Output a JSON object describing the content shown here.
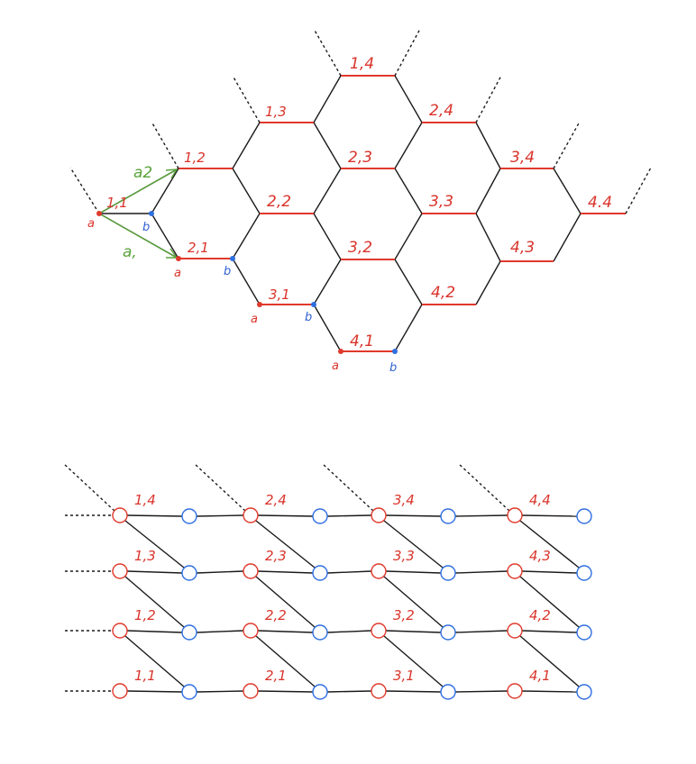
{
  "honeycomb": {
    "cells": [
      {
        "id": "1,1",
        "label": "1,1"
      },
      {
        "id": "1,2",
        "label": "1,2"
      },
      {
        "id": "1,3",
        "label": "1,3"
      },
      {
        "id": "1,4",
        "label": "1,4"
      },
      {
        "id": "2,1",
        "label": "2,1"
      },
      {
        "id": "2,2",
        "label": "2,2"
      },
      {
        "id": "2,3",
        "label": "2,3"
      },
      {
        "id": "2,4",
        "label": "2,4"
      },
      {
        "id": "3,1",
        "label": "3,1"
      },
      {
        "id": "3,2",
        "label": "3,2"
      },
      {
        "id": "3,3",
        "label": "3,3"
      },
      {
        "id": "3,4",
        "label": "3,4"
      },
      {
        "id": "4,1",
        "label": "4,1"
      },
      {
        "id": "4,2",
        "label": "4,2"
      },
      {
        "id": "4,3",
        "label": "4,3"
      },
      {
        "id": "4,4",
        "label": "4.4"
      }
    ],
    "site_a": "a",
    "site_b": "b",
    "vector_a1": "a,",
    "vector_a2": "a2"
  },
  "ladder": {
    "rows": [
      [
        "1,4",
        "2,4",
        "3,4",
        "4,4"
      ],
      [
        "1,3",
        "2,3",
        "3,3",
        "4,3"
      ],
      [
        "1,2",
        "2,2",
        "3,2",
        "4,2"
      ],
      [
        "1,1",
        "2,1",
        "3,1",
        "4,1"
      ]
    ]
  },
  "colors": {
    "site_a": "#e0392c",
    "site_b": "#2f6fe0",
    "vector": "#5aa33a",
    "bond": "#1a1a1a"
  }
}
